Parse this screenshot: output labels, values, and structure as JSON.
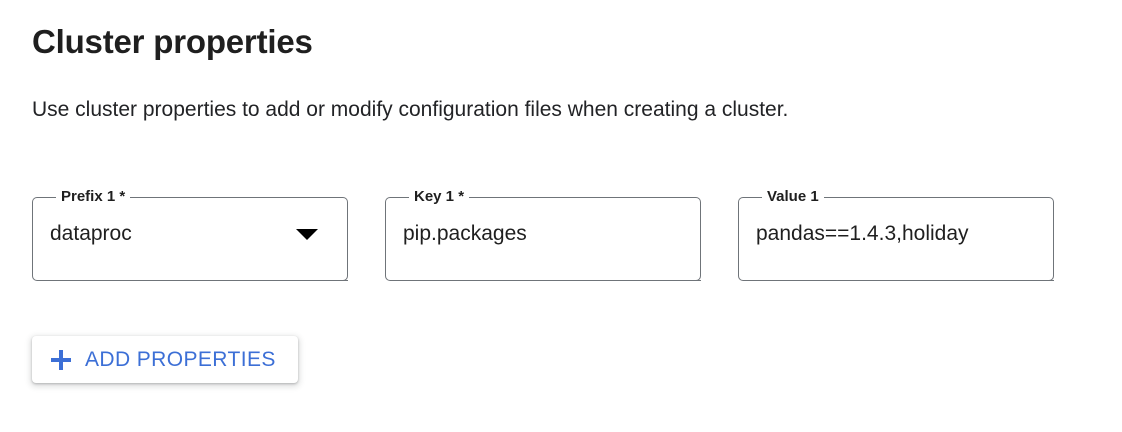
{
  "page": {
    "title": "Cluster properties",
    "description": "Use cluster properties to add or modify configuration files when creating a cluster."
  },
  "colors": {
    "accent_blue": "#3c6fd6",
    "text_primary": "#1f1f1f",
    "field_border": "#6f7479",
    "background": "#ffffff"
  },
  "fields": [
    {
      "label": "Prefix 1 *",
      "value": "dataproc",
      "control": "select",
      "required": true,
      "icon": "chevron-down-icon"
    },
    {
      "label": "Key 1 *",
      "value": "pip.packages",
      "control": "text",
      "required": true,
      "icon": ""
    },
    {
      "label": "Value 1",
      "value": "pandas==1.4.3,holiday",
      "control": "text",
      "required": false,
      "icon": ""
    }
  ],
  "actions": {
    "add_properties_label": "ADD PROPERTIES",
    "add_properties_icon": "plus-icon"
  }
}
